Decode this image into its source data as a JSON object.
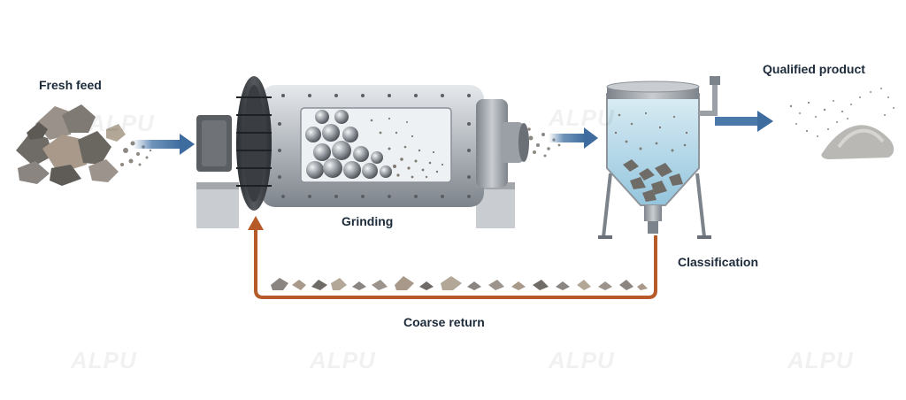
{
  "labels": {
    "fresh_feed": "Fresh feed",
    "grinding": "Grinding",
    "classification": "Classification",
    "qualified_product": "Qualified product",
    "coarse_return": "Coarse return"
  },
  "watermark": "ALPU",
  "colors": {
    "flow_arrow": "#4a78a8",
    "return_pipe": "#b65a2a",
    "label_text": "#1c2a3a",
    "mill_shell": "#b9bec4",
    "water": "#a9d2e6"
  }
}
